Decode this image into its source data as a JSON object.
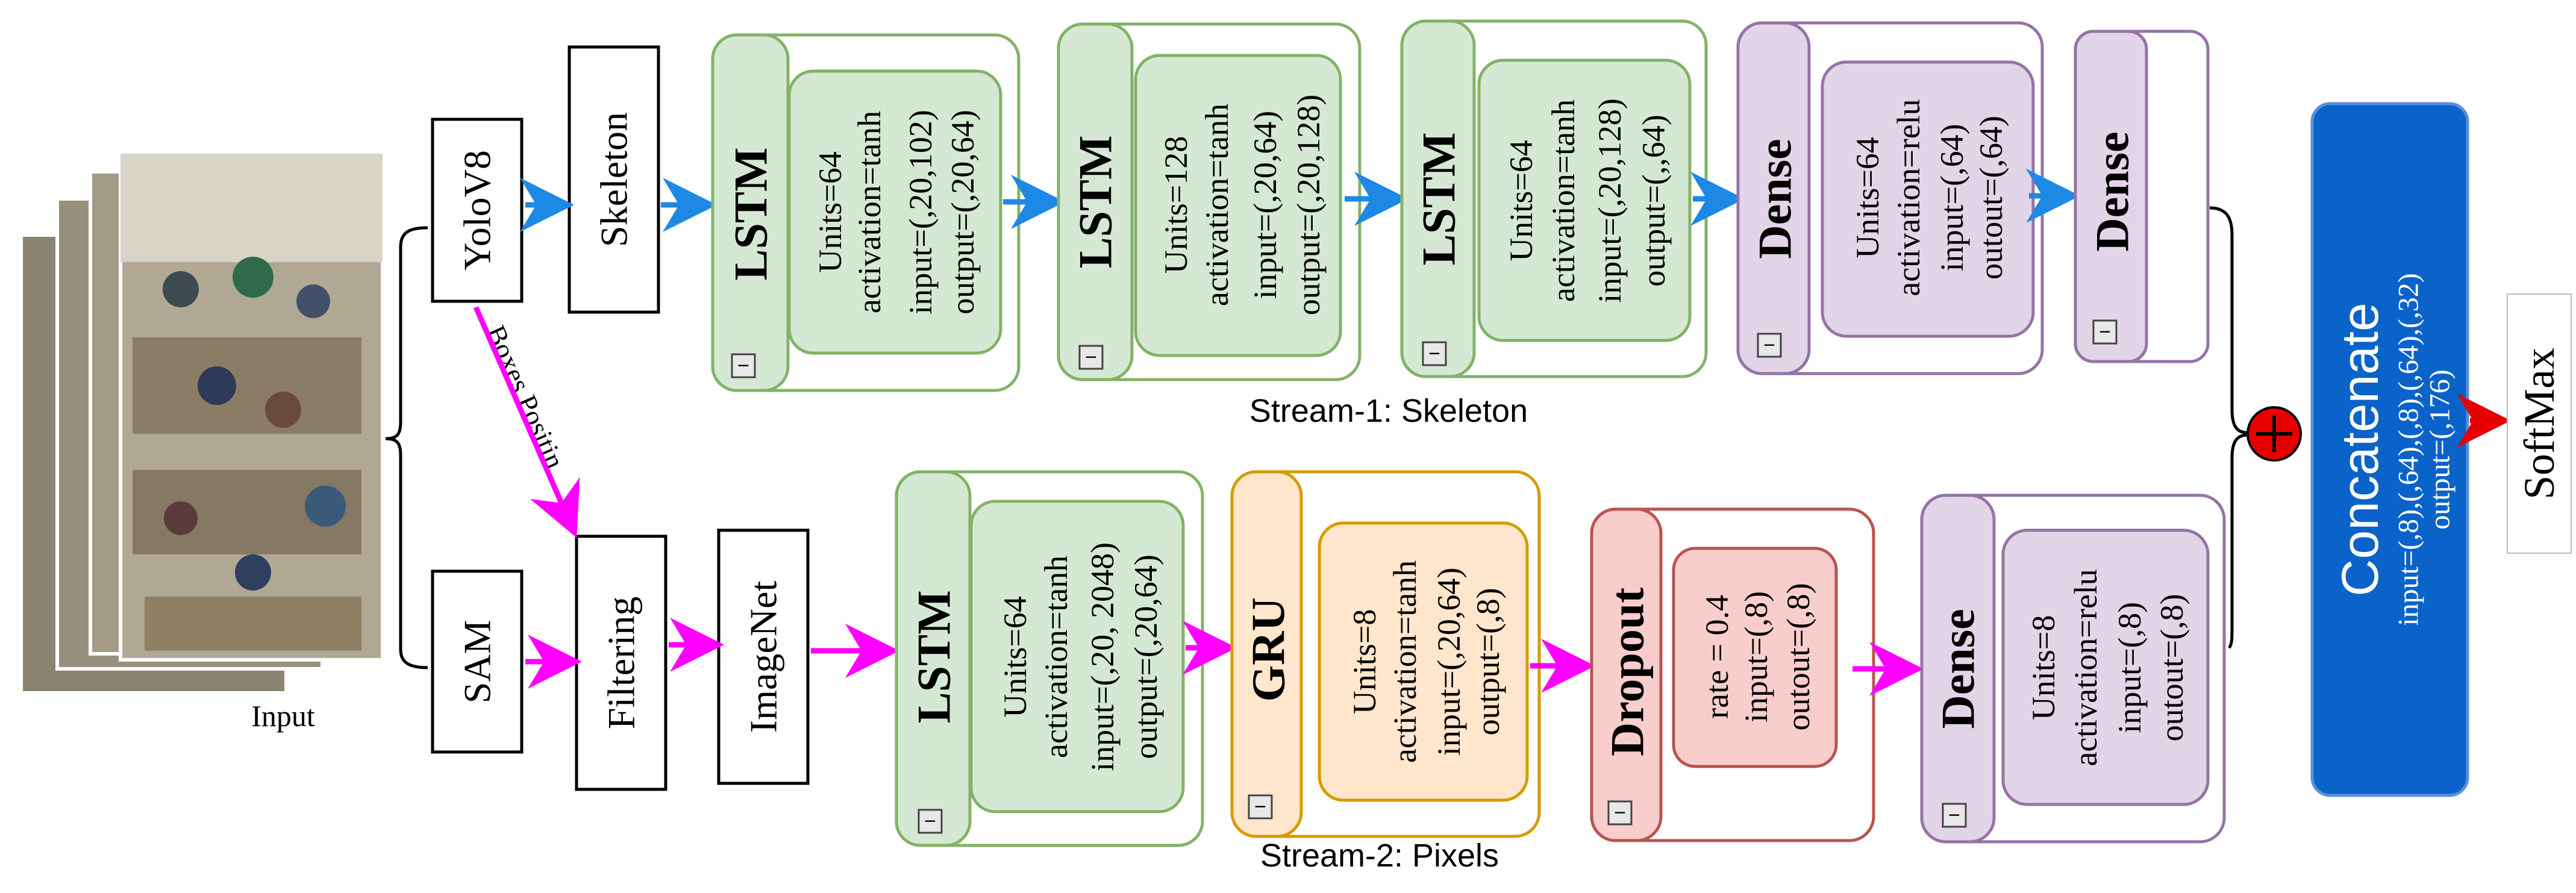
{
  "input": {
    "label": "Input"
  },
  "prep": {
    "yolo": "YoloV8",
    "sam": "SAM",
    "skeleton": "Skeleton",
    "filtering": "Filtering",
    "imagenet": "ImageNet",
    "boxes_label": "Boxes Positin"
  },
  "stream1": {
    "caption": "Stream-1: Skeleton",
    "lstm1": {
      "title": "LSTM",
      "lines": [
        "Units=64",
        "activation=tanh",
        "input=(,20,102)",
        "output=(,20,64)"
      ]
    },
    "lstm2": {
      "title": "LSTM",
      "lines": [
        "Units=128",
        "activation=tanh",
        "input=(,20,64)",
        "output=(,20,128)"
      ]
    },
    "lstm3": {
      "title": "LSTM",
      "lines": [
        "Units=64",
        "activation=tanh",
        "input=(,20,128)",
        "output=(,,64)"
      ]
    },
    "dense1": {
      "title": "Dense",
      "lines": [
        "Units=64",
        "activation=relu",
        "input=(,64)",
        "outout=(,64)"
      ]
    },
    "dense2": {
      "title": "Dense"
    }
  },
  "stream2": {
    "caption": "Stream-2: Pixels",
    "lstm": {
      "title": "LSTM",
      "lines": [
        "Units=64",
        "activation=tanh",
        "input=(,20, 2048)",
        "output=(,20,64)"
      ]
    },
    "gru": {
      "title": "GRU",
      "lines": [
        "Units=8",
        "activation=tanh",
        "input=(,20,64)",
        "output=(,8)"
      ]
    },
    "dropout": {
      "title": "Dropout",
      "lines": [
        "rate = 0.4",
        "input=(,8)",
        "outout=(,8)"
      ]
    },
    "dense": {
      "title": "Dense",
      "lines": [
        "Units=8",
        "activation=relu",
        "input=(,8)",
        "outout=(,8)"
      ]
    }
  },
  "concat": {
    "title": "Concatenate",
    "input": "input=(,8),(,64),(,8),(,64),(,32)",
    "output": "output=(,176)"
  },
  "softmax": {
    "label": "SoftMax"
  },
  "collapse_symbol": "−",
  "colors": {
    "lstm_fill": "#d5e8d4",
    "lstm_stroke": "#82b366",
    "dense_fill": "#e1d5e7",
    "dense_stroke": "#9673a6",
    "gru_fill": "#ffe6cc",
    "gru_stroke": "#d79b00",
    "dropout_fill": "#f8cecc",
    "dropout_stroke": "#b85450",
    "concat_fill": "#0a63c9",
    "blue_arrow": "#1e88e5",
    "magenta_arrow": "#ff00ff",
    "red": "#e60000"
  }
}
